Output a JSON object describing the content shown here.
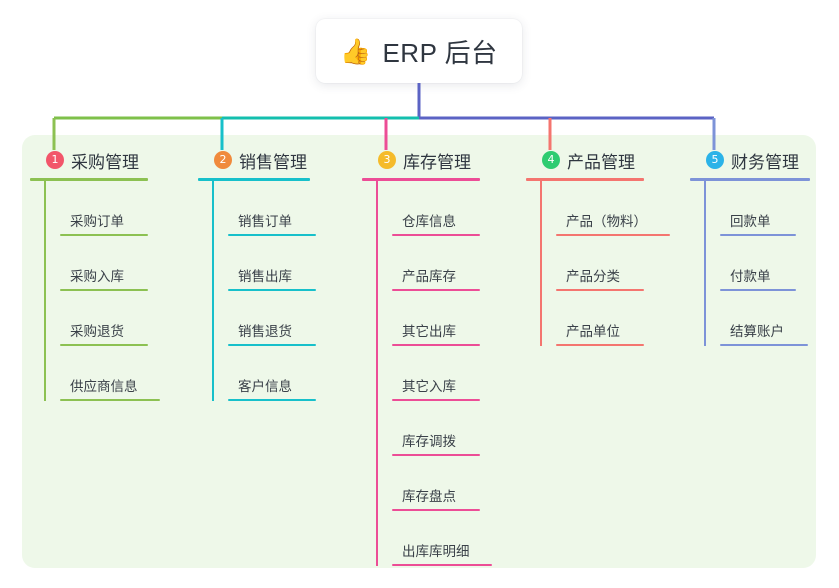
{
  "root": {
    "icon": "thumbs-up-icon",
    "icon_glyph": "👍",
    "title": "ERP 后台"
  },
  "colors": {
    "panel_bg": "#eef8e9",
    "root_stem": "#5b63c4",
    "trunk_left": "#7ec04a",
    "trunk_mid": "#13bfae",
    "trunk_right": "#5b63c4"
  },
  "columns": [
    {
      "badge": "1",
      "badge_color": "#f2556a",
      "title": "采购管理",
      "line_color": "#8cc152",
      "items": [
        {
          "label": "采购订单",
          "width": 88
        },
        {
          "label": "采购入库",
          "width": 88
        },
        {
          "label": "采购退货",
          "width": 88
        },
        {
          "label": "供应商信息",
          "width": 100
        }
      ]
    },
    {
      "badge": "2",
      "badge_color": "#f08a3c",
      "title": "销售管理",
      "line_color": "#17c0ca",
      "items": [
        {
          "label": "销售订单",
          "width": 88
        },
        {
          "label": "销售出库",
          "width": 88
        },
        {
          "label": "销售退货",
          "width": 88
        },
        {
          "label": "客户信息",
          "width": 88
        }
      ]
    },
    {
      "badge": "3",
      "badge_color": "#f5bb2a",
      "title": "库存管理",
      "line_color": "#ec4d96",
      "items": [
        {
          "label": "仓库信息",
          "width": 88
        },
        {
          "label": "产品库存",
          "width": 88
        },
        {
          "label": "其它出库",
          "width": 88
        },
        {
          "label": "其它入库",
          "width": 88
        },
        {
          "label": "库存调拨",
          "width": 88
        },
        {
          "label": "库存盘点",
          "width": 88
        },
        {
          "label": "出库库明细",
          "width": 100
        }
      ]
    },
    {
      "badge": "4",
      "badge_color": "#2ecc71",
      "title": "产品管理",
      "line_color": "#f4756f",
      "items": [
        {
          "label": "产品（物料）",
          "width": 114
        },
        {
          "label": "产品分类",
          "width": 88
        },
        {
          "label": "产品单位",
          "width": 88
        }
      ]
    },
    {
      "badge": "5",
      "badge_color": "#2bb3e8",
      "title": "财务管理",
      "line_color": "#7d93d8",
      "items": [
        {
          "label": "回款单",
          "width": 76
        },
        {
          "label": "付款单",
          "width": 76
        },
        {
          "label": "结算账户",
          "width": 88
        }
      ]
    }
  ],
  "layout": {
    "column_x": [
      30,
      198,
      362,
      526,
      690
    ],
    "head_rule_width": [
      118,
      112,
      118,
      118,
      120
    ]
  }
}
